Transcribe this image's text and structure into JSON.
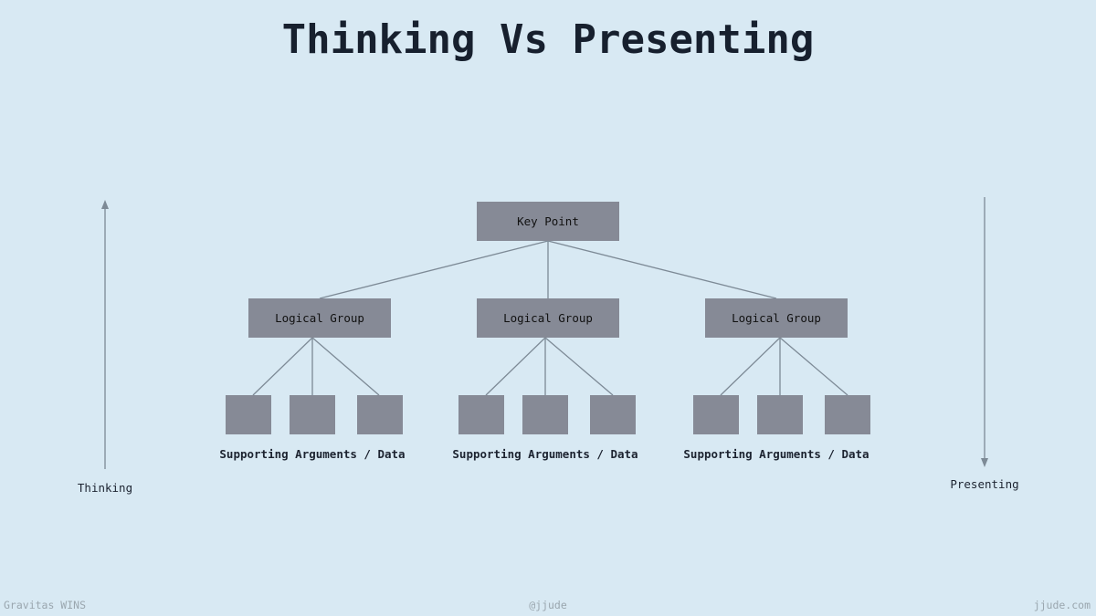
{
  "title": "Thinking Vs Presenting",
  "diagram": {
    "root": "Key Point",
    "groups": [
      {
        "label": "Logical Group",
        "caption": "Supporting Arguments / Data",
        "leaf_count": 3
      },
      {
        "label": "Logical Group",
        "caption": "Supporting Arguments / Data",
        "leaf_count": 3
      },
      {
        "label": "Logical Group",
        "caption": "Supporting Arguments / Data",
        "leaf_count": 3
      }
    ],
    "left_axis": {
      "label": "Thinking",
      "direction": "up"
    },
    "right_axis": {
      "label": "Presenting",
      "direction": "down"
    }
  },
  "footer": {
    "left": "Gravitas WINS",
    "center": "@jjude",
    "right": "jjude.com"
  },
  "colors": {
    "background": "#d8e9f3",
    "box": "#868a96",
    "line": "#7d8a96"
  }
}
